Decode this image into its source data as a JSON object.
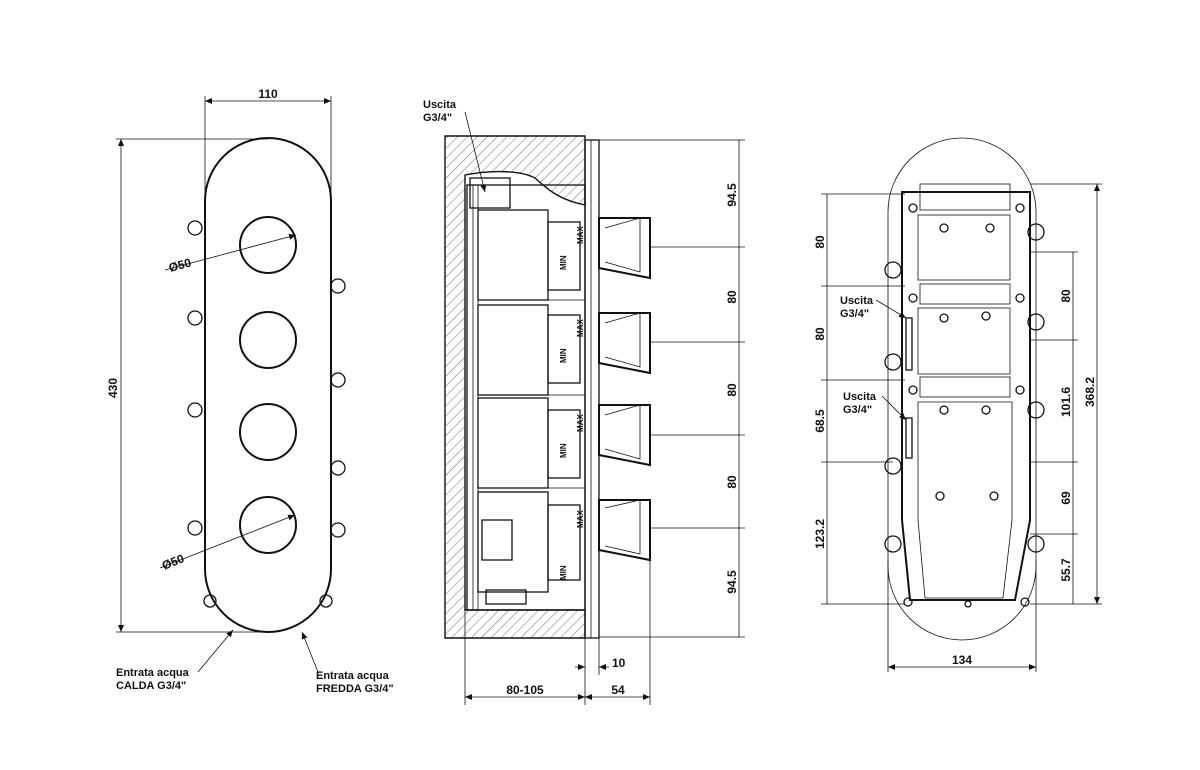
{
  "front_view": {
    "width_dim": "110",
    "height_dim": "430",
    "diameter_top": "Ø50",
    "diameter_bottom": "Ø50",
    "label_hot_line1": "Entrata acqua",
    "label_hot_line2": "CALDA  G3/4\"",
    "label_cold_line1": "Entrata acqua",
    "label_cold_line2": "FREDDA  G3/4\""
  },
  "side_view": {
    "outlet_line1": "Uscita",
    "outlet_line2": "G3/4\"",
    "dims_right": [
      "94.5",
      "80",
      "80",
      "80",
      "94.5"
    ],
    "dim_depth": "80-105",
    "dim_protrusion": "54",
    "dim_plate": "10",
    "min_labels": [
      "MIN",
      "MIN",
      "MIN",
      "MIN"
    ],
    "max_labels": [
      "MAX",
      "MAX",
      "MAX",
      "MAX"
    ]
  },
  "back_view": {
    "outlet1_line1": "Uscita",
    "outlet1_line2": "G3/4\"",
    "outlet2_line1": "Uscita",
    "outlet2_line2": "G3/4\"",
    "dims_left": [
      "80",
      "80",
      "68.5",
      "123.2"
    ],
    "dims_right": [
      "80",
      "101.6",
      "69",
      "55.7"
    ],
    "dim_total_height": "368.2",
    "dim_width": "134"
  }
}
